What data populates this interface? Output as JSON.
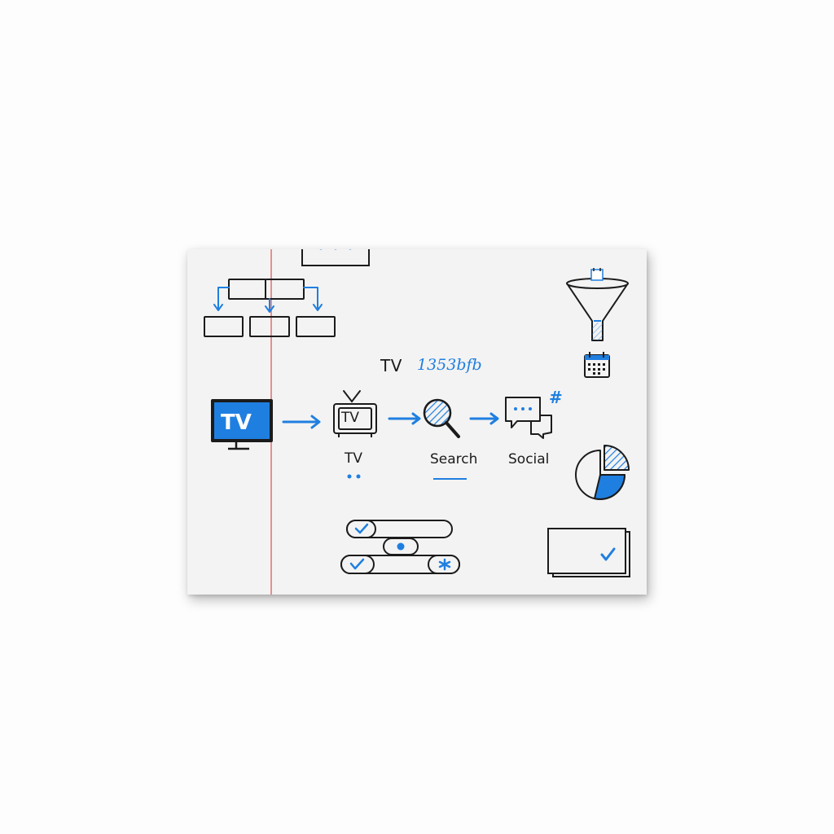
{
  "header": {
    "label": "TV",
    "code": "1353bfb"
  },
  "screen": {
    "text": "TV"
  },
  "flow": [
    {
      "id": "tv",
      "label": "TV",
      "icon": "retro-tv-icon",
      "tv_text": "TV"
    },
    {
      "id": "search",
      "label": "Search",
      "icon": "magnifier-icon"
    },
    {
      "id": "social",
      "label": "Social",
      "icon": "chat-bubbles-icon",
      "mark": "#"
    }
  ],
  "colors": {
    "accent": "#1f7fe0",
    "ink": "#1b1b1b",
    "margin_line": "#e07070",
    "paper": "#f3f3f3"
  }
}
